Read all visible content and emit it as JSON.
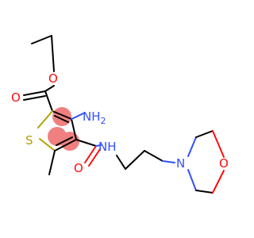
{
  "colors": {
    "carbon_bond": "#000000",
    "oxygen": "#ff0d0d",
    "nitrogen": "#3050f8",
    "sulfur": "#b2a000",
    "aromatic_highlight": "#f08080"
  },
  "atoms": {
    "ester_ether_o": "O",
    "carbonyl_o_ester": "O",
    "amino": "NH",
    "amino_sub": "2",
    "ring_s": "S",
    "amide_nh": "NH",
    "amide_o": "O",
    "morpholine_n": "N",
    "morpholine_o": "O"
  }
}
